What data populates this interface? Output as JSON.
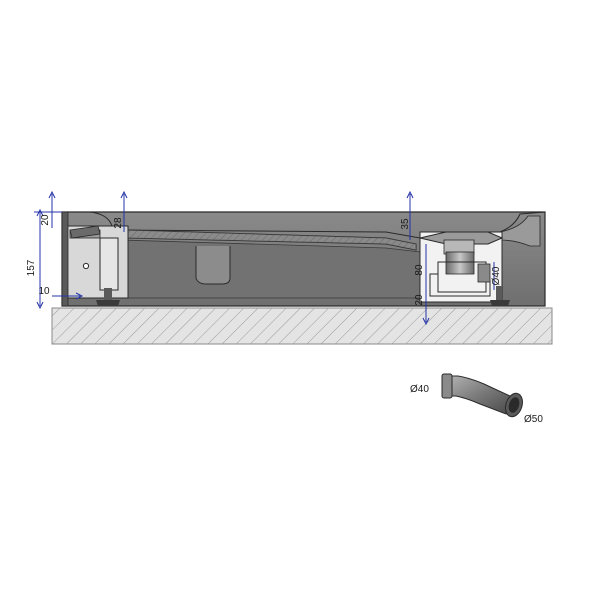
{
  "colors": {
    "dimension_line": "#2433a8",
    "body_fill": "#7d7d7d",
    "body_dark": "#5c5c5c",
    "body_light": "#a9a9a9",
    "floor_fill": "#d9d9d9",
    "outline": "#2a2a2a"
  },
  "dimensions": {
    "total_height": "157",
    "rim_height": "20",
    "foot_gap": "10",
    "tray_thickness": "28",
    "drain_top": "35",
    "drain_height": "80",
    "drain_bottom": "20",
    "outlet_dia_vertical": "Ø40"
  },
  "elbow": {
    "inlet_dia": "Ø40",
    "outlet_dia": "Ø50"
  }
}
